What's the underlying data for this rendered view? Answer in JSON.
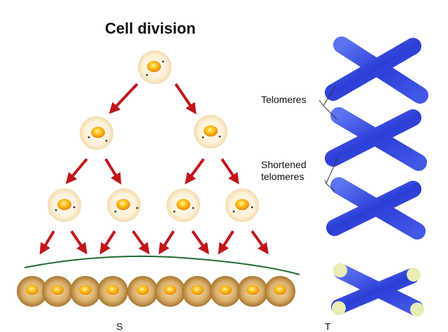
{
  "title": "Cell division",
  "labels": {
    "telomeres": "Telomeres",
    "shortened_line1": "Shortened",
    "shortened_line2": "telomeres"
  },
  "cutoff_text": {
    "left": "S",
    "right": "T"
  },
  "colors": {
    "arrow": "#c0151b",
    "chromosome": "#2b3ed6",
    "chromosome_light": "#6f86ee",
    "telomere_tip": "#e7edb4",
    "nucleus": "#f5a30f",
    "cytoplasm": "#fdf1d8",
    "aged_cell": "#c99a52",
    "curve": "#1f6b2f"
  },
  "levels": {
    "generations": 4,
    "senescent_cells": 10
  }
}
